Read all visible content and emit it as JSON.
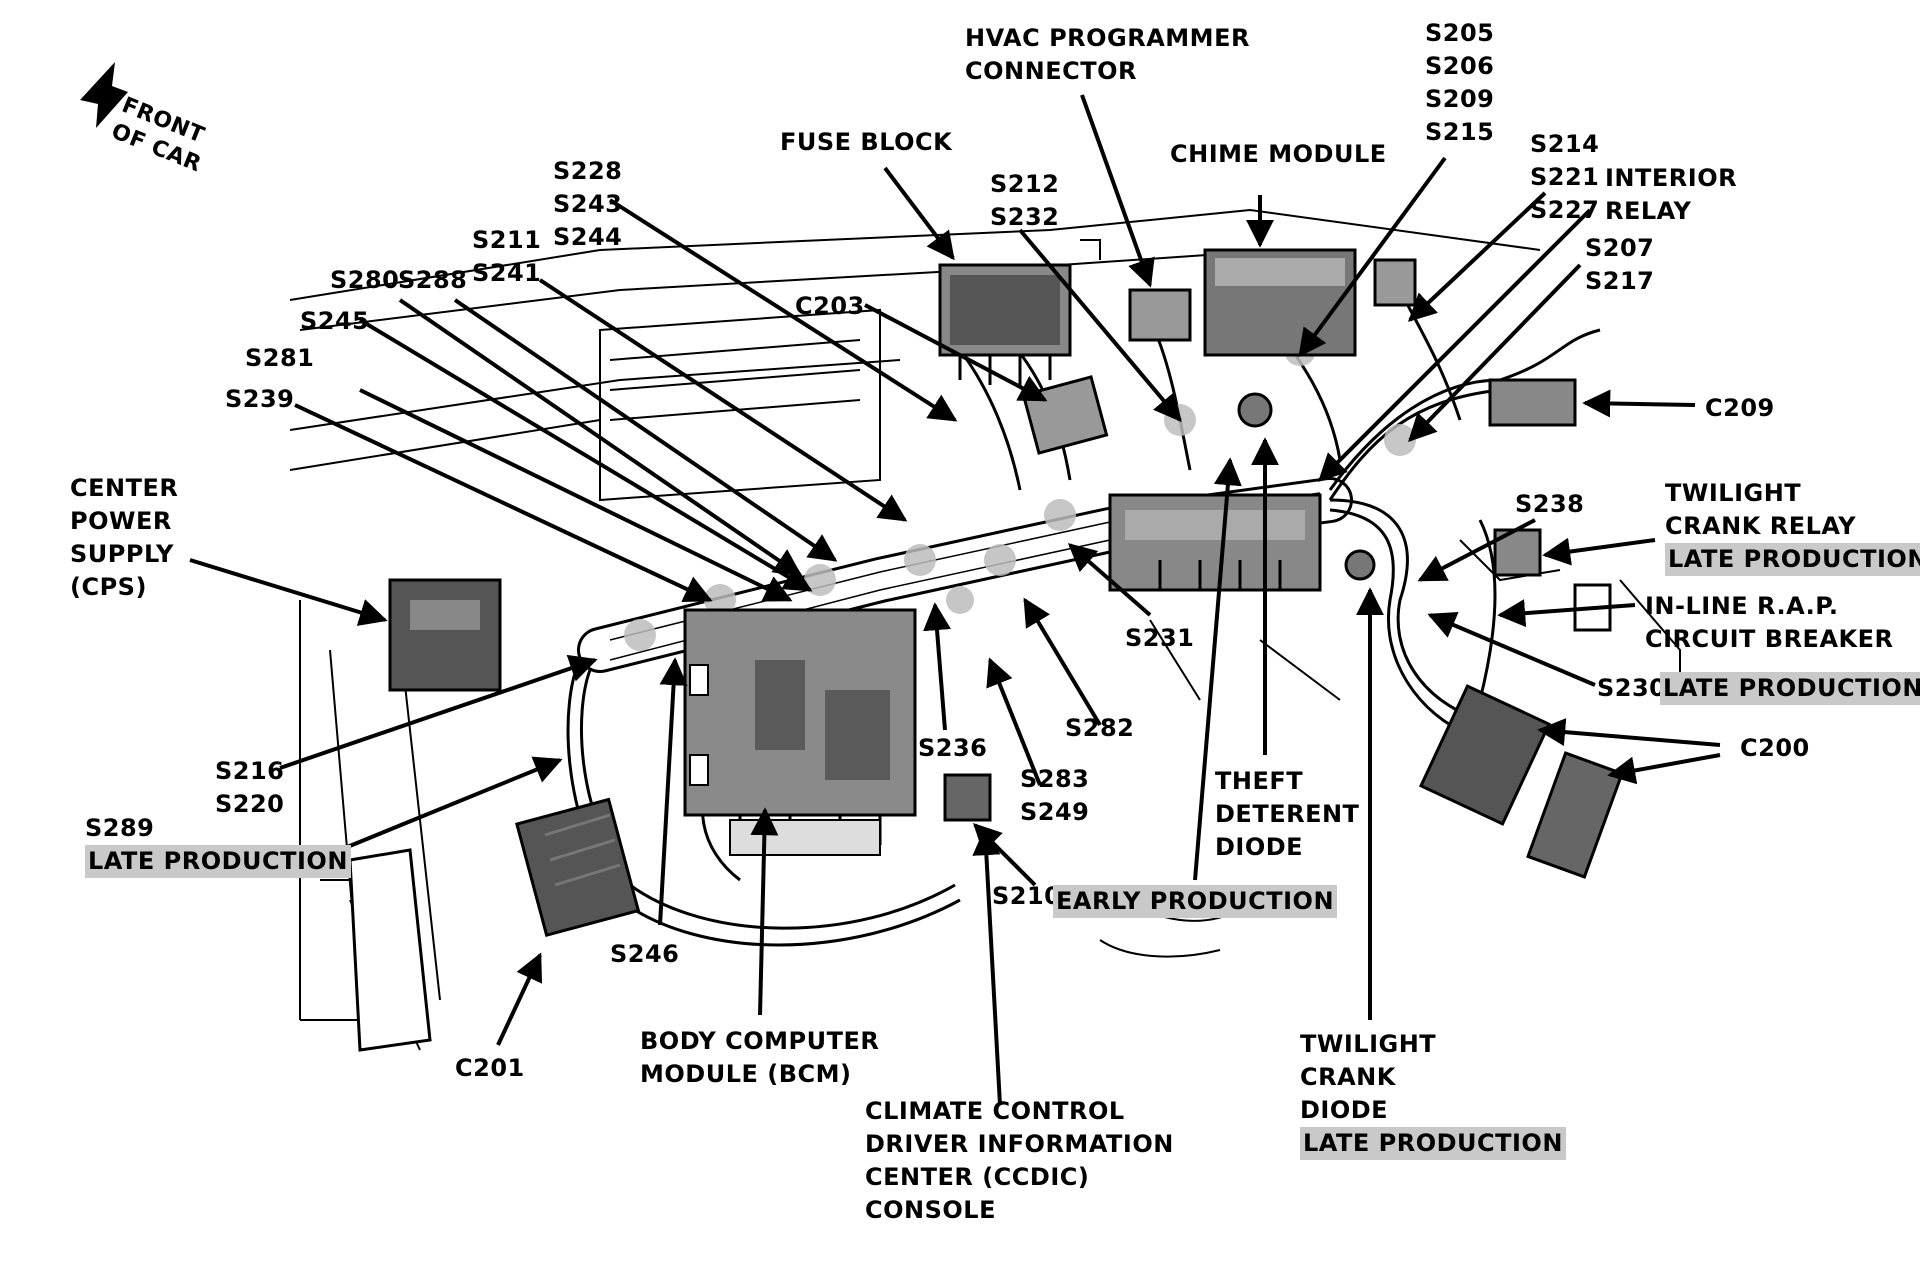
{
  "orientation": {
    "lines": [
      "FRONT",
      "OF CAR"
    ]
  },
  "labels": {
    "hvac": [
      "HVAC PROGRAMMER",
      "CONNECTOR"
    ],
    "s205": [
      "S205",
      "S206",
      "S209",
      "S215"
    ],
    "fuse_block": "FUSE BLOCK",
    "chime": "CHIME MODULE",
    "s214": [
      "S214",
      "S221",
      "S227"
    ],
    "interior_relay": [
      "INTERIOR",
      "RELAY"
    ],
    "s228": [
      "S228",
      "S243",
      "S244"
    ],
    "s212": [
      "S212",
      "S232"
    ],
    "s207": [
      "S207",
      "S217"
    ],
    "s211": [
      "S211",
      "S241"
    ],
    "s280": "S280",
    "s288": "S288",
    "c203": "C203",
    "s245": "S245",
    "s281": "S281",
    "s239": "S239",
    "c209": "C209",
    "cps": [
      "CENTER",
      "POWER",
      "SUPPLY",
      "(CPS)"
    ],
    "twilight_relay": [
      "TWILIGHT",
      "CRANK RELAY",
      "LATE PRODUCTION"
    ],
    "s238": "S238",
    "rap": [
      "IN-LINE R.A.P.",
      "CIRCUIT BREAKER"
    ],
    "s231": "S231",
    "s230": "S230",
    "s230_note": "LATE PRODUCTION",
    "s282": "S282",
    "s236": "S236",
    "c200": "C200",
    "s216": [
      "S216",
      "S220"
    ],
    "s283": [
      "S283",
      "S249"
    ],
    "theft": [
      "THEFT",
      "DETERENT",
      "DIODE"
    ],
    "s289": [
      "S289",
      "LATE PRODUCTION"
    ],
    "s210": "S210",
    "s210_note": "EARLY PRODUCTION",
    "s246": "S246",
    "c201": "C201",
    "bcm": [
      "BODY COMPUTER",
      "MODULE (BCM)"
    ],
    "twilight_diode": [
      "TWILIGHT",
      "CRANK",
      "DIODE",
      "LATE PRODUCTION"
    ],
    "ccdic": [
      "CLIMATE CONTROL",
      "DRIVER INFORMATION",
      "CENTER (CCDIC)",
      "CONSOLE"
    ]
  }
}
